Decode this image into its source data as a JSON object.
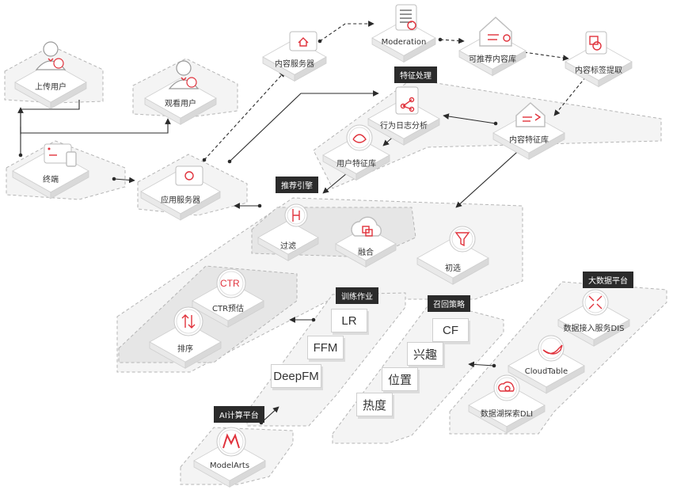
{
  "nodes": {
    "upload_user": "上传用户",
    "viewer": "观看用户",
    "terminal": "终端",
    "app_server": "应用服务器",
    "content_server": "内容服务器",
    "moderation": "Moderation",
    "recommendable_lib": "可推荐内容库",
    "content_tag_extract": "内容标签提取",
    "behavior_log": "行为日志分析",
    "content_feature": "内容特征库",
    "user_feature": "用户特征库",
    "filter": "过滤",
    "fusion": "融合",
    "preselect": "初选",
    "ctr_node": "CTR预估",
    "rank": "排序",
    "dis": "数据接入服务DIS",
    "cloudtable": "CloudTable",
    "dli": "数据湖探索DLI",
    "modelarts": "ModelArts"
  },
  "icon_text": {
    "ctr": "CTR"
  },
  "groups": {
    "feature_processing": "特征处理",
    "rec_engine": "推荐引擎",
    "training": "训练作业",
    "recall": "召回策略",
    "bigdata": "大数据平台",
    "ai_platform": "AI计算平台"
  },
  "training_items": [
    "LR",
    "FFM",
    "DeepFM"
  ],
  "recall_items": [
    "CF",
    "兴趣",
    "位置",
    "热度"
  ],
  "colors": {
    "accent": "#e0323c",
    "tag_bg": "#2b2b2b",
    "zone_fill": "#f3f3f3",
    "zone_border": "#b8b8b8",
    "line": "#2b2b2b"
  },
  "icons": {
    "upload_user": "user-upload-icon",
    "viewer": "user-view-icon",
    "terminal": "terminal-devices-icon",
    "app_server": "monitor-gear-icon",
    "content_server": "monitor-home-icon",
    "moderation": "document-search-icon",
    "recommendable_lib": "house-star-icon",
    "content_tag_extract": "tag-search-icon",
    "behavior_log": "document-share-icon",
    "content_feature": "house-flag-icon",
    "user_feature": "user-face-icon",
    "filter": "filter-branch-icon",
    "fusion": "cloud-merge-icon",
    "preselect": "funnel-icon",
    "ctr": "ctr-circle-icon",
    "rank": "sort-arrows-icon",
    "dis": "data-ingest-icon",
    "cloudtable": "whale-icon",
    "dli": "cloud-search-icon",
    "modelarts": "modelarts-logo-icon"
  }
}
